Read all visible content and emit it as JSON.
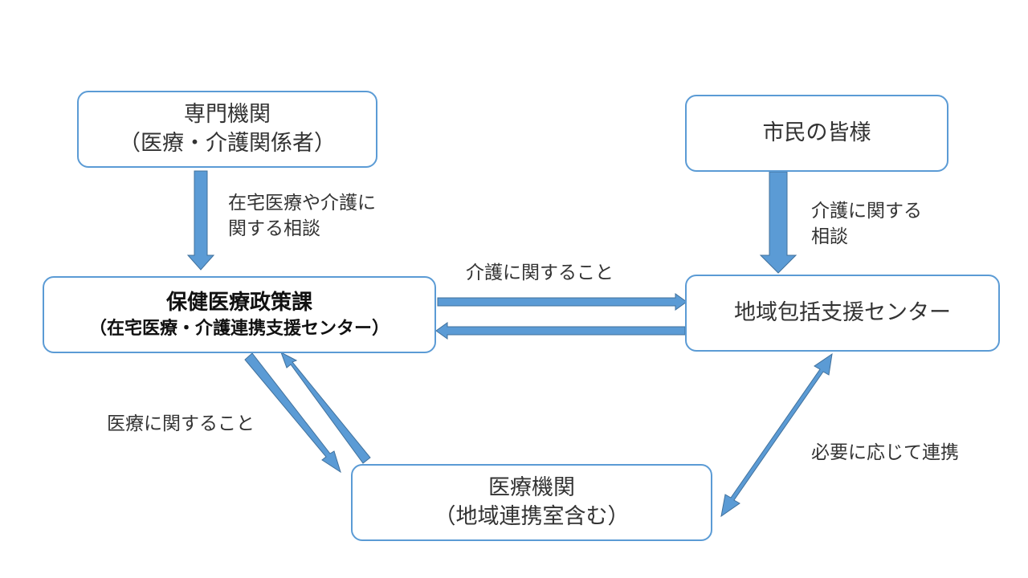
{
  "nodes": {
    "senmon": {
      "line1": "専門機関",
      "line2": "（医療・介護関係者）"
    },
    "shimin": {
      "line1": "市民の皆様"
    },
    "hoken": {
      "line1": "保健医療政策課",
      "line2": "（在宅医療・介護連携支援センター）"
    },
    "chiiki": {
      "line1": "地域包括支援センター"
    },
    "iryo": {
      "line1": "医療機関",
      "line2": "（地域連携室含む）"
    }
  },
  "labels": {
    "zaitaku": {
      "line1": "在宅医療や介護に",
      "line2": "関する相談"
    },
    "kaigo": {
      "line1": "介護に関する",
      "line2": "相談"
    },
    "kaigo_koto": "介護に関すること",
    "iryo_koto": "医療に関すること",
    "hitsuyo": "必要に応じて連携"
  },
  "colors": {
    "arrow_fill": "#5b9bd5",
    "arrow_stroke": "#41719c",
    "node_border": "#5b9bd5"
  }
}
